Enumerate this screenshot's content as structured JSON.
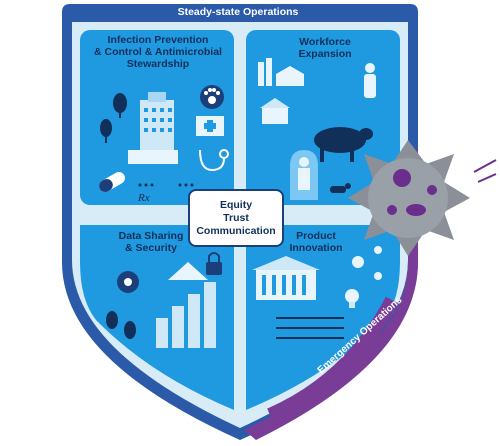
{
  "banner": {
    "top_label": "Steady-state Operations",
    "side_label": "Emergency Operations"
  },
  "quadrants": [
    {
      "id": "ipc",
      "title_lines": [
        "Infection Prevention",
        "& Control & Antimicrobial",
        "Stewardship"
      ],
      "badge": "Rx"
    },
    {
      "id": "workforce",
      "title_lines": [
        "Workforce",
        "Expansion"
      ]
    },
    {
      "id": "data",
      "title_lines": [
        "Data Sharing",
        "& Security"
      ]
    },
    {
      "id": "product",
      "title_lines": [
        "Product",
        "Innovation"
      ]
    }
  ],
  "center": {
    "lines": [
      "Equity",
      "Trust",
      "Communication"
    ]
  },
  "colors": {
    "shield_outer": "#2a5aa8",
    "shield_dark": "#1c3f7a",
    "quadrant_fill": "#1f9ae0",
    "quadrant_light": "#7cc8f2",
    "emergency": "#7a3d97",
    "virus": "#8a8f98",
    "virus_spot": "#6a2f8c"
  }
}
